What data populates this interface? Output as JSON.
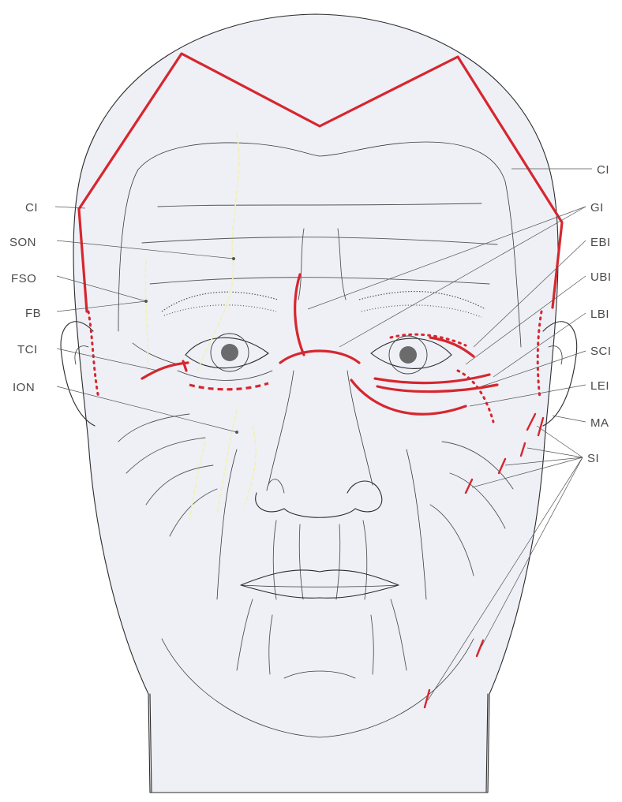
{
  "labels_left": [
    "CI",
    "SON",
    "FSO",
    "FB",
    "TCI",
    "ION"
  ],
  "labels_right": [
    "CI",
    "GI",
    "EBI",
    "UBI",
    "LBI",
    "SCI",
    "LEI",
    "MA",
    "SI"
  ],
  "colors": {
    "incision": "#d7262e",
    "outline": "#2b2b2b",
    "nerve": "#f3f0b0",
    "label": "#4a4a4a",
    "skin": "#eef0f6"
  }
}
